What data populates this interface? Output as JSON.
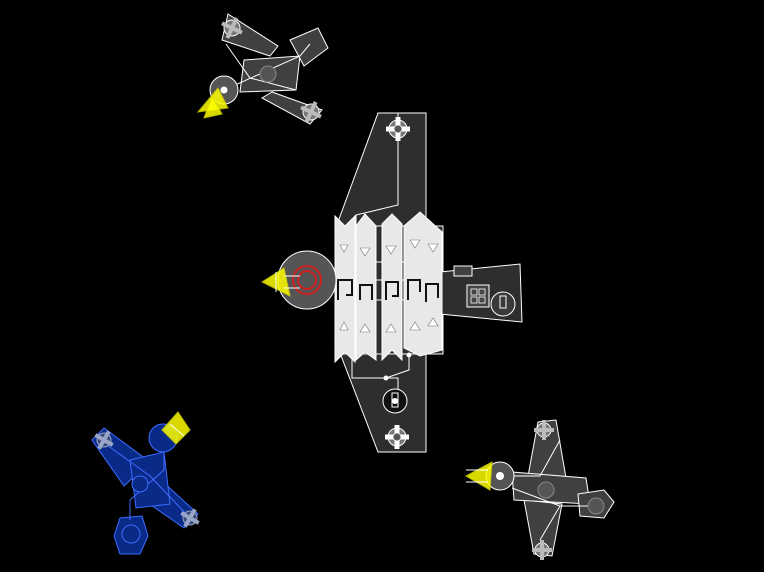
{
  "scene": {
    "background": "#000000",
    "colors": {
      "neutral_hull": "#2e2e2e",
      "outline": "#ffffff",
      "armor": "#e8e8e8",
      "thruster": "#ffff00",
      "core": "#cc1f1f",
      "enemy_team": "#2255ff"
    },
    "ships": [
      {
        "id": "mothership",
        "team": "neutral",
        "icons": [
          "gear-icon",
          "gear-icon",
          "core-icon",
          "turret-icon",
          "thruster-icon"
        ]
      },
      {
        "id": "fighter-top",
        "team": "neutral",
        "icons": [
          "gear-icon",
          "gear-icon",
          "turret-icon",
          "thruster-icon"
        ]
      },
      {
        "id": "fighter-bottom-right",
        "team": "neutral",
        "icons": [
          "gear-icon",
          "turret-icon",
          "thruster-icon"
        ]
      },
      {
        "id": "fighter-bottom-left",
        "team": "blue",
        "icons": [
          "gear-icon",
          "gear-icon",
          "turret-icon",
          "thruster-icon"
        ]
      }
    ]
  }
}
